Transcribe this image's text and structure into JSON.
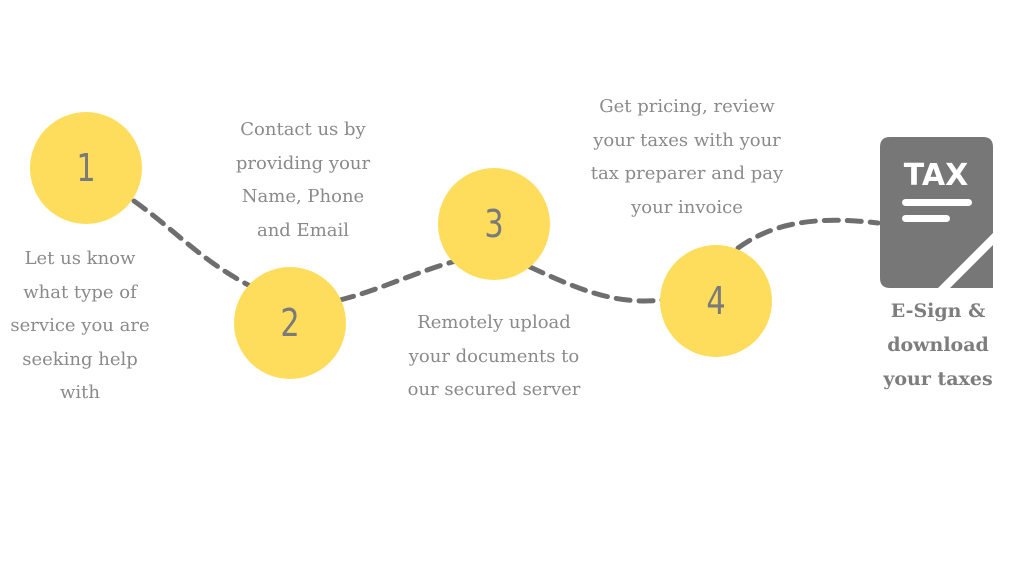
{
  "colors": {
    "circle": "#ffdd5c",
    "path": "#6e6e6e",
    "text": "#8a8a8a",
    "icon": "#777777"
  },
  "steps": [
    {
      "number": "1",
      "text": "Let us know\nwhat type of\nservice you are\nseeking help\nwith"
    },
    {
      "number": "2",
      "text": "Contact us by\nproviding your\nName, Phone\nand Email"
    },
    {
      "number": "3",
      "text": "Remotely upload\nyour documents to\nour secured server"
    },
    {
      "number": "4",
      "text": "Get pricing, review\nyour taxes with your\ntax preparer and pay\nyour invoice"
    }
  ],
  "final": {
    "icon": "tax-document-icon",
    "icon_text": "TAX",
    "label": "E-Sign &\ndownload\nyour taxes"
  }
}
